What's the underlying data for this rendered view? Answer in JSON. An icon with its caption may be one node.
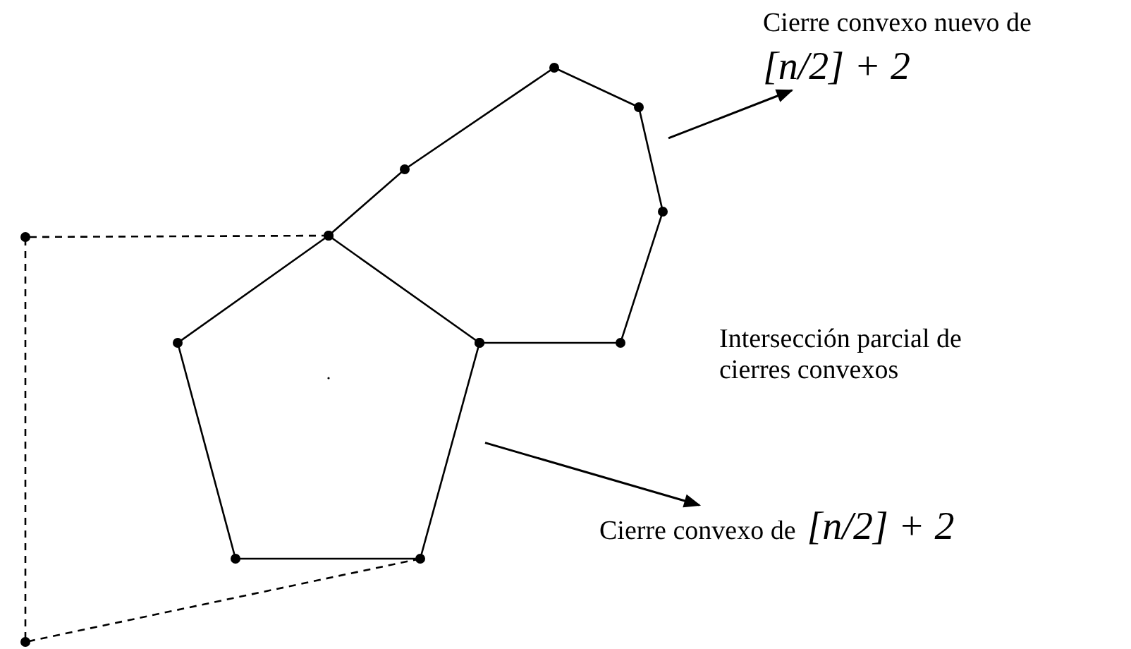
{
  "diagram": {
    "nodes": [
      {
        "text": [
          "Cierre convexo nuevo de",
          "[n/2] + 2"
        ]
      },
      {
        "text": [],
        "shape": "polygon"
      },
      {
        "text": [],
        "shape": "polygon"
      },
      {
        "text": [
          "Cierre convexo de",
          "[n/2] + 2"
        ]
      }
    ],
    "edges": [
      {
        "from": 1,
        "to": 0,
        "arrow": "to"
      },
      {
        "from": 2,
        "to": 3,
        "arrow": "to"
      }
    ],
    "labels": [
      "Intersección parcial de cierres convexos"
    ]
  }
}
